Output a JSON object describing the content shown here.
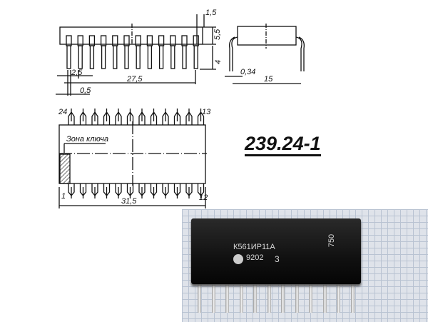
{
  "drawing": {
    "package_code": "239.24-1",
    "key_zone_label": "Зона ключа",
    "dimensions": {
      "lead_pitch": "2,5",
      "span": "27,5",
      "lead_width": "0,5",
      "top_offset": "1,5",
      "body_height": "5,5",
      "lead_length": "4",
      "lead_thickness": "0,34",
      "row_spacing": "15",
      "body_length": "31,5"
    },
    "pin_labels": {
      "top_left": "24",
      "top_right": "13",
      "bottom_left": "1",
      "bottom_right": "12"
    }
  },
  "photo": {
    "part_number": "К561ИР11А",
    "date_code": "9202",
    "mark": "3",
    "side_code": "750"
  }
}
